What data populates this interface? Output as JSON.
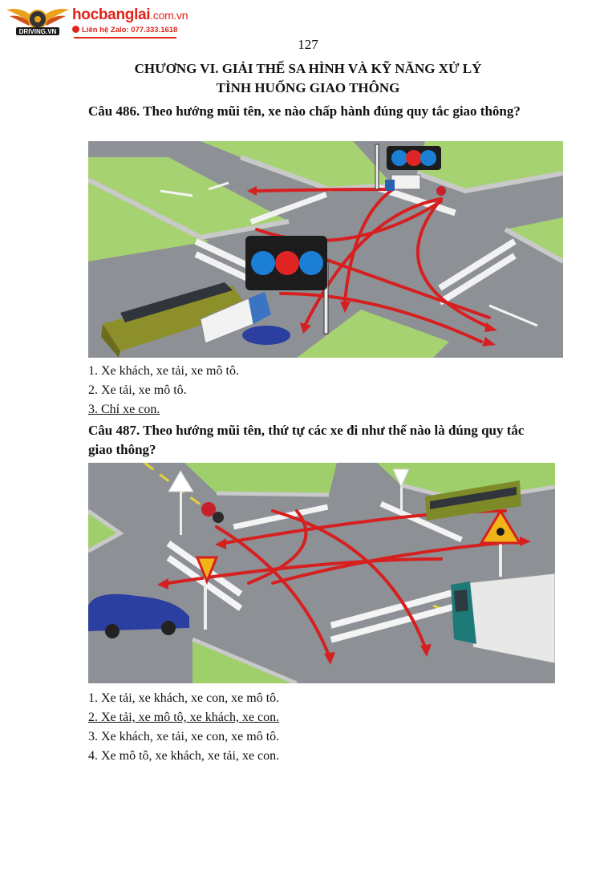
{
  "brand": {
    "logo_text": "DRIVING.VN",
    "site_main": "hocbanglai",
    "site_tld": ".com.vn",
    "contact": "Liên hệ Zalo: 077.333.1618"
  },
  "page_number": "127",
  "chapter": {
    "line1": "CHƯƠNG VI. GIẢI THẾ SA HÌNH VÀ KỸ NĂNG XỬ LÝ",
    "line2": "TÌNH HUỐNG GIAO THÔNG"
  },
  "questions": [
    {
      "title": "Câu 486. Theo hướng mũi tên, xe nào chấp hành đúng quy tắc giao thông?",
      "answers": [
        "1. Xe khách, xe tải, xe mô tô.",
        "2. Xe tải, xe mô tô.",
        "3. Chỉ xe con."
      ],
      "correct_index": 2
    },
    {
      "title_line1": "Câu 487. Theo hướng mũi tên, thứ tự các xe đi như thế nào là đúng quy tắc",
      "title_line2": "giao thông?",
      "answers": [
        "1. Xe tải, xe khách, xe con, xe mô tô.",
        "2. Xe tải, xe mô tô, xe khách, xe con.",
        "3. Xe khách, xe tải, xe con, xe mô tô.",
        "4. Xe mô tô, xe khách, xe tải, xe con."
      ],
      "correct_index": 1
    }
  ],
  "colors": {
    "brand_red": "#e2231a",
    "road": "#8d9196",
    "grass": "#9fcf6b",
    "arrow": "#d62020",
    "bus": "#8c8f2a",
    "car": "#2b3fa0",
    "truck_cab": "#1e7a78"
  },
  "icons": [
    "traffic-light-icon",
    "warning-sign-icon",
    "yield-sign-icon"
  ]
}
